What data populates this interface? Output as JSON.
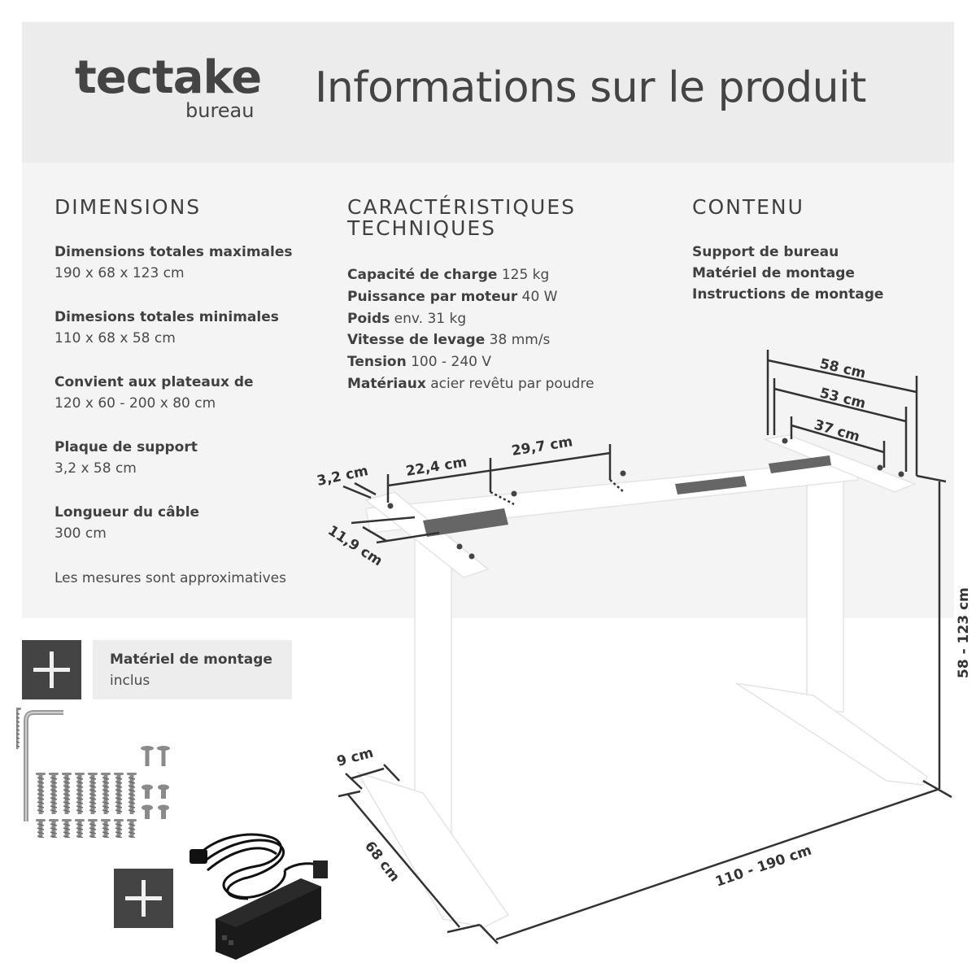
{
  "header": {
    "brand": {
      "name": "tectake",
      "sub": "bureau"
    },
    "title": "Informations sur le produit"
  },
  "dimensions": {
    "title": "DIMENSIONS",
    "items": [
      {
        "label": "Dimensions totales maximales",
        "value": "190 x 68 x 123 cm"
      },
      {
        "label": "Dimesions totales minimales",
        "value": "110 x 68 x 58 cm"
      },
      {
        "label": "Convient aux plateaux de",
        "value": "120 x 60 - 200 x 80 cm"
      },
      {
        "label": "Plaque de support",
        "value": "3,2 x 58 cm"
      },
      {
        "label": "Longueur du câble",
        "value": "300 cm"
      }
    ],
    "note": "Les mesures sont approximatives"
  },
  "technical": {
    "title_line1": "CARACTÉRISTIQUES",
    "title_line2": "TECHNIQUES",
    "items": [
      {
        "label": "Capacité de charge",
        "value": "125 kg"
      },
      {
        "label": "Puissance par moteur",
        "value": "40 W"
      },
      {
        "label": "Poids",
        "value": "env. 31 kg"
      },
      {
        "label": "Vitesse de levage",
        "value": "38 mm/s"
      },
      {
        "label": "Tension",
        "value": "100 - 240 V"
      },
      {
        "label": "Matériaux",
        "value": "acier revêtu par poudre"
      }
    ]
  },
  "contents": {
    "title": "CONTENU",
    "items": [
      "Support de bureau",
      "Matériel de montage",
      "Instructions de montage"
    ]
  },
  "accessories": {
    "hardware_label": "Matériel de montage",
    "hardware_sub": "inclus",
    "plus_icon": "plus-icon",
    "colors": {
      "dark_box": "#444444",
      "light_box": "#ededed"
    }
  },
  "diagram": {
    "labels": {
      "plate_thickness": "3,2 cm",
      "plate_depth": "11,9 cm",
      "hole_spacing_1": "22,4 cm",
      "hole_spacing_2": "29,7 cm",
      "plate_width_outer": "58 cm",
      "plate_width_mid": "53 cm",
      "plate_width_inner": "37 cm",
      "height_range": "58 - 123 cm",
      "foot_width": "9 cm",
      "foot_length": "68 cm",
      "width_range": "110 - 190 cm"
    }
  },
  "colors": {
    "header_bg": "#ececec",
    "body_bg": "#f4f4f4",
    "text": "#404040",
    "line": "#333333"
  }
}
